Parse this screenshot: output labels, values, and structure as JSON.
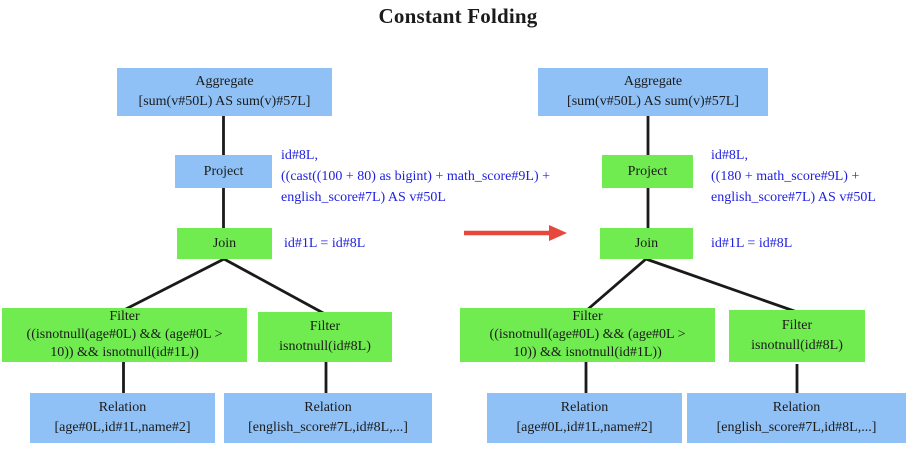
{
  "title": "Constant Folding",
  "colors": {
    "blue_box": "#8fc1f7",
    "green_box": "#70ec50",
    "annotation": "#2121e0",
    "arrow": "#e6483c",
    "line": "#1a1a1a"
  },
  "left_tree": {
    "aggregate": {
      "label": "Aggregate",
      "detail": "[sum(v#50L) AS sum(v)#57L]"
    },
    "project": {
      "label": "Project"
    },
    "project_annotation": [
      "id#8L,",
      "((cast((100 + 80) as bigint) + math_score#9L) +",
      "english_score#7L) AS v#50L"
    ],
    "join": {
      "label": "Join"
    },
    "join_annotation": "id#1L = id#8L",
    "filter_age": {
      "label": "Filter",
      "lines": [
        "((isnotnull(age#0L) && (age#0L >",
        "10)) && isnotnull(id#1L))"
      ]
    },
    "filter_id": {
      "label": "Filter",
      "detail": "isnotnull(id#8L)"
    },
    "relation_age": {
      "label": "Relation",
      "detail": "[age#0L,id#1L,name#2]"
    },
    "relation_english": {
      "label": "Relation",
      "detail": "[english_score#7L,id#8L,...]"
    }
  },
  "right_tree": {
    "aggregate": {
      "label": "Aggregate",
      "detail": "[sum(v#50L) AS sum(v)#57L]"
    },
    "project": {
      "label": "Project"
    },
    "project_annotation": [
      "id#8L,",
      "((180 + math_score#9L) +",
      "english_score#7L) AS v#50L"
    ],
    "join": {
      "label": "Join"
    },
    "join_annotation": "id#1L = id#8L",
    "filter_age": {
      "label": "Filter",
      "lines": [
        "((isnotnull(age#0L) && (age#0L >",
        "10)) && isnotnull(id#1L))"
      ]
    },
    "filter_id": {
      "label": "Filter",
      "detail": "isnotnull(id#8L)"
    },
    "relation_age": {
      "label": "Relation",
      "detail": "[age#0L,id#1L,name#2]"
    },
    "relation_english": {
      "label": "Relation",
      "detail": "[english_score#7L,id#8L,...]"
    }
  }
}
